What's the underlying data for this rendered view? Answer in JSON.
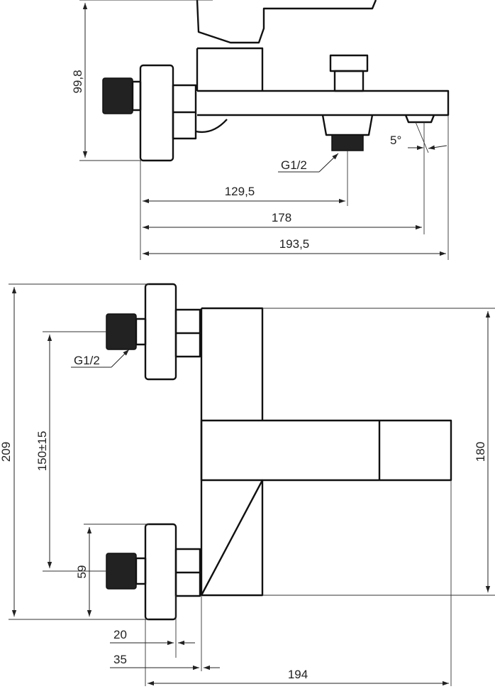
{
  "side_view": {
    "height_label": "99,8",
    "outlet_thread_label": "G1/2",
    "angle_label": "5°",
    "dim_outlet_label": "129,5",
    "dim_spout_tip_label": "178",
    "dim_total_label": "193,5"
  },
  "front_view": {
    "inlet_thread_label": "G1/2",
    "total_height_label": "209",
    "inlet_spacing_label": "150±15",
    "body_height_label": "180",
    "lower_offset_label": "59",
    "depth_20_label": "20",
    "depth_35_label": "35",
    "width_label": "194"
  },
  "colors": {
    "line": "#111111",
    "dimension": "#222222",
    "background": "#ffffff"
  }
}
